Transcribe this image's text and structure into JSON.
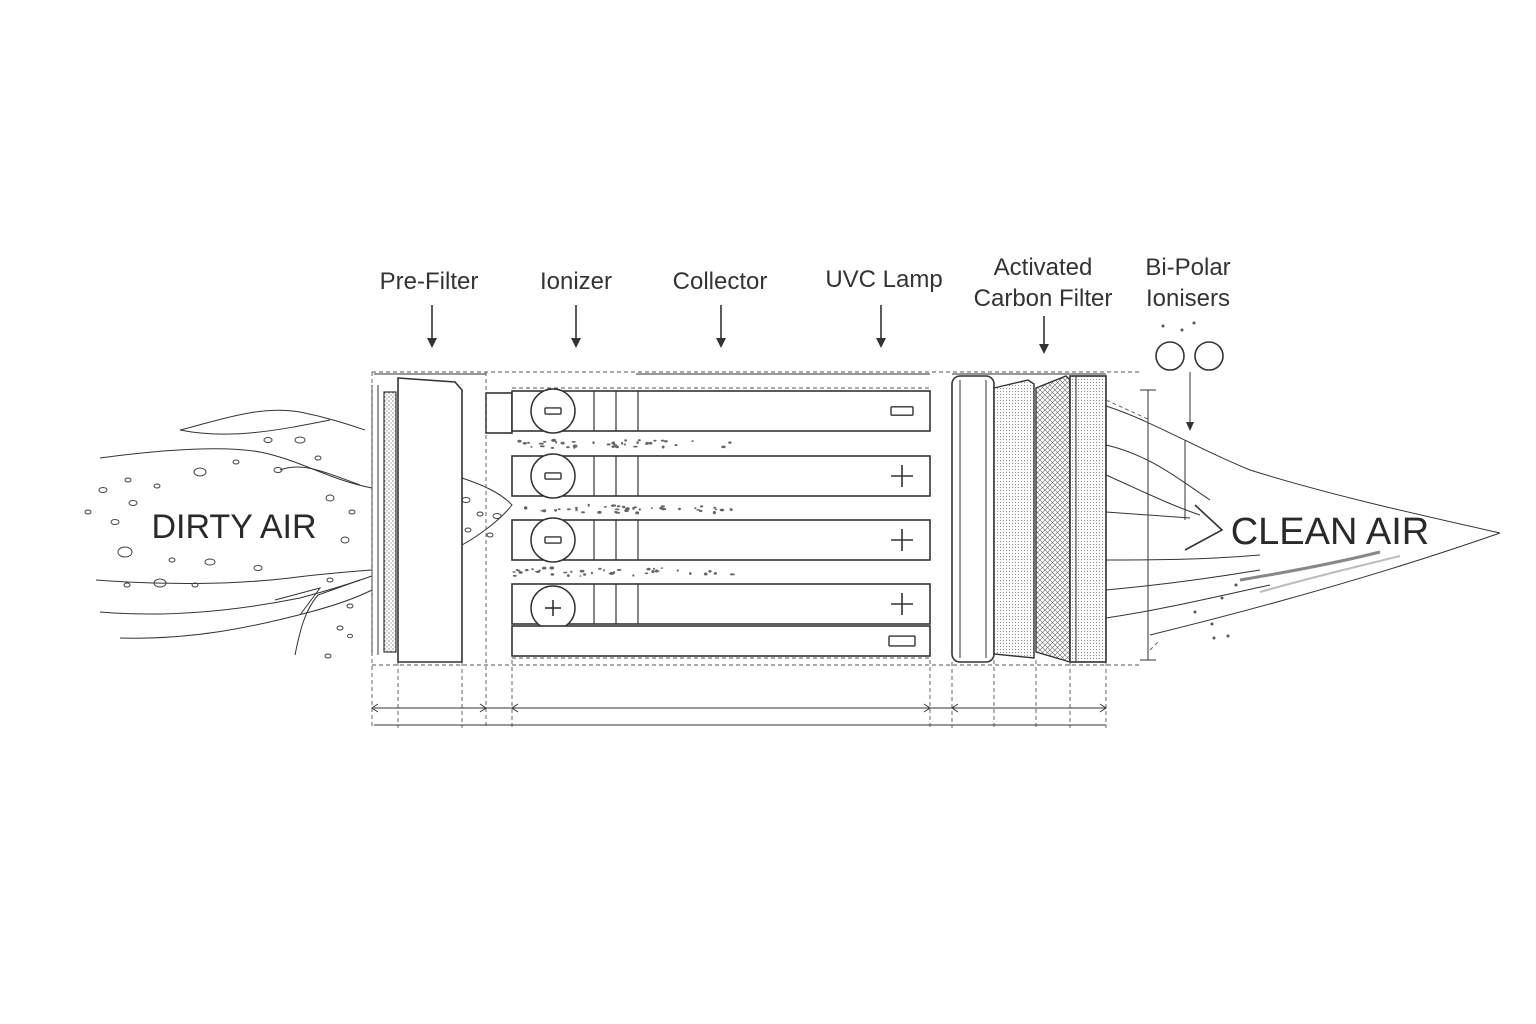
{
  "labels": {
    "pre_filter": "Pre-Filter",
    "ionizer": "Ionizer",
    "collector": "Collector",
    "uvc_lamp": "UVC Lamp",
    "carbon_line1": "Activated",
    "carbon_line2": "Carbon Filter",
    "bipolar_line1": "Bi-Polar",
    "bipolar_line2": "Ionisers"
  },
  "airflow": {
    "inlet": "DIRTY AIR",
    "outlet": "CLEAN AIR"
  },
  "ionizer_rows": [
    {
      "left_symbol": "minus-icon",
      "right_symbol": "minus-icon"
    },
    {
      "left_symbol": "minus-icon",
      "right_symbol": "plus-icon"
    },
    {
      "left_symbol": "minus-icon",
      "right_symbol": "plus-icon"
    },
    {
      "left_symbol": "plus-icon",
      "right_symbol": "plus-icon"
    }
  ]
}
